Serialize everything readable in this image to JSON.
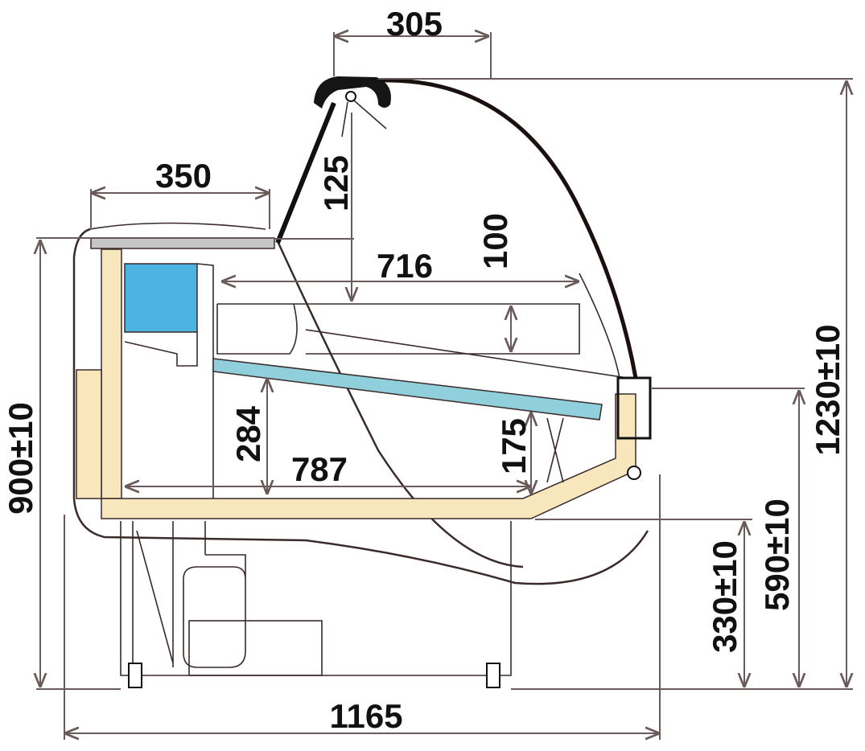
{
  "title": "Refrigerated display case side section",
  "colors": {
    "frame": "#f8e6bc",
    "evaporator": "#4db3e3",
    "glass_shelf": "#8fd0dc",
    "top_shelf": "#c6c6c6",
    "line": "#3a2a2a"
  },
  "dimensions": {
    "top_lamp_width": "305",
    "top_shelf_depth": "350",
    "lamp_height": "125",
    "upper_width": "716",
    "upper_height": "100",
    "lower_height_rear": "284",
    "lower_width": "787",
    "lower_height_front": "175",
    "counter_height": "900±10",
    "total_height": "1230±10",
    "front_height": "590±10",
    "base_height": "330±10",
    "total_depth": "1165"
  }
}
